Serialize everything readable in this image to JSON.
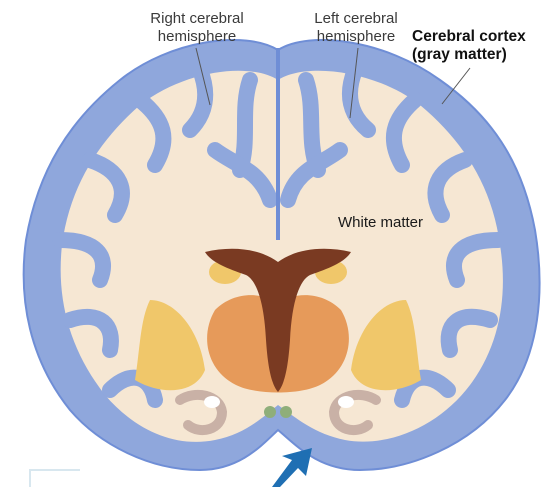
{
  "labels": {
    "right_hemisphere_line1": "Right cerebral",
    "right_hemisphere_line2": "hemisphere",
    "left_hemisphere_line1": "Left cerebral",
    "left_hemisphere_line2": "hemisphere",
    "cortex_line1": "Cerebral cortex",
    "cortex_line2": "(gray matter)",
    "white_matter": "White matter"
  },
  "colors": {
    "gray_matter": "#8fa7dc",
    "gray_matter_dark": "#6f8ed6",
    "white_matter": "#f6e7d3",
    "ventricle": "#7a3a22",
    "caudate": "#e69a5a",
    "basal_ganglia": "#f0c76a",
    "arrow": "#1f6fb3"
  },
  "icons": {
    "pointer": "arrow-icon"
  }
}
